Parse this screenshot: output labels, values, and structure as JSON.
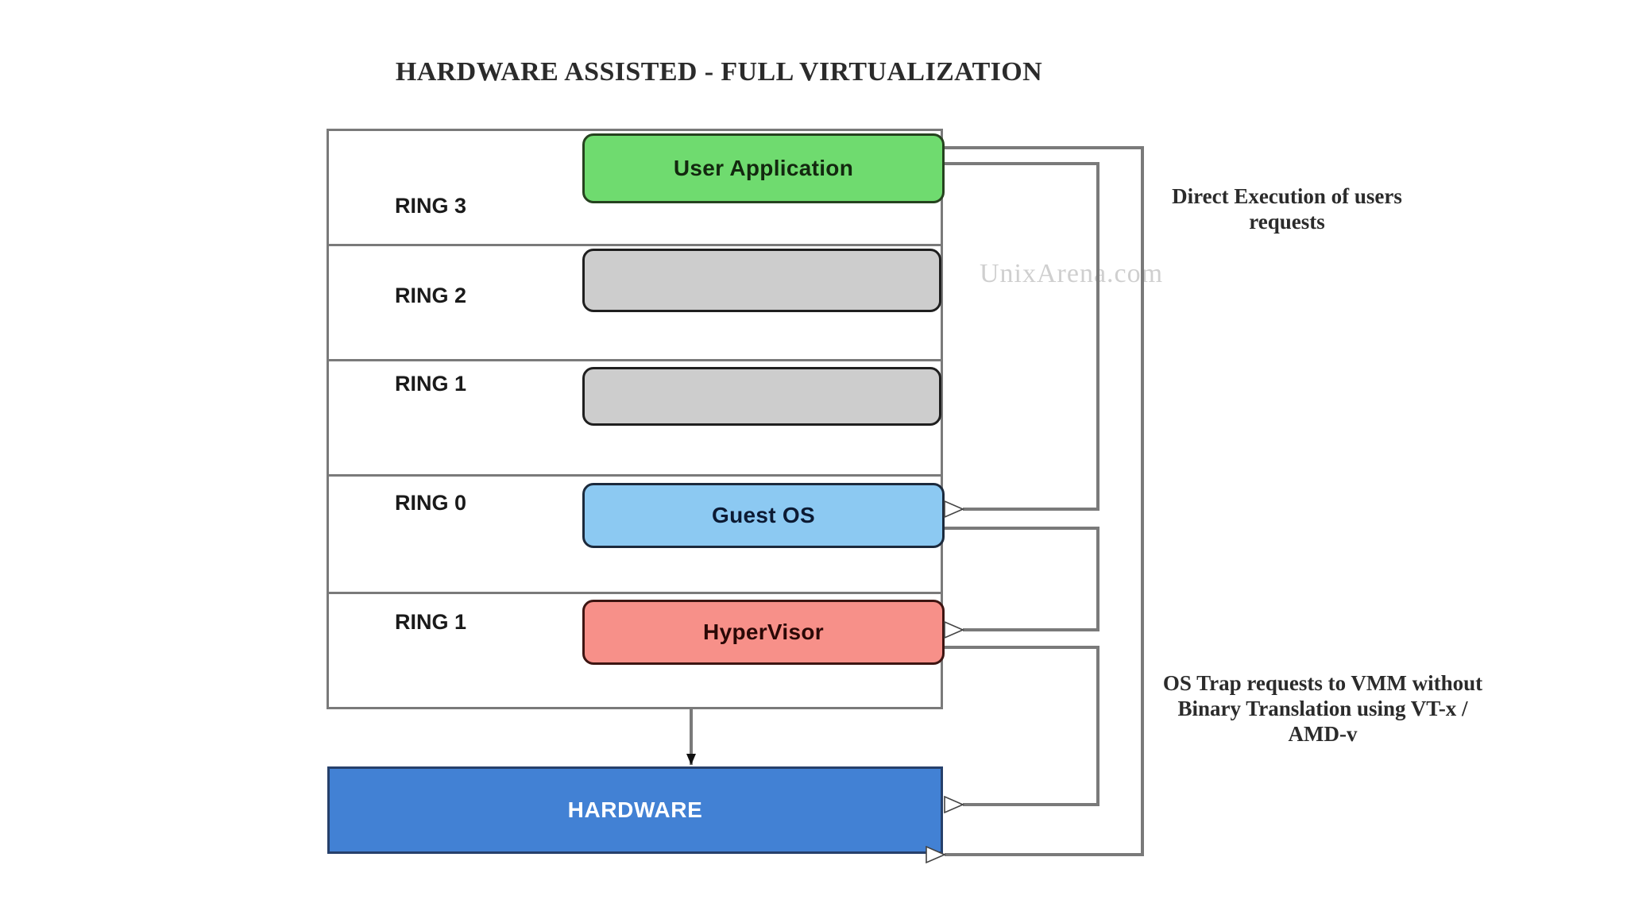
{
  "title": "HARDWARE ASSISTED - FULL VIRTUALIZATION",
  "watermark": "UnixArena.com",
  "rings": [
    {
      "label": "RING 3"
    },
    {
      "label": "RING 2"
    },
    {
      "label": "RING 1"
    },
    {
      "label": "RING 0"
    },
    {
      "label": "RING 1"
    }
  ],
  "components": {
    "user_application": "User Application",
    "ring2_empty": "",
    "ring1_empty": "",
    "guest_os": "Guest OS",
    "hypervisor": "HyperVisor",
    "hardware": "HARDWARE"
  },
  "annotations": {
    "direct_execution": "Direct Execution of users requests",
    "os_trap": "OS Trap requests to VMM without Binary Translation using VT-x / AMD-v"
  },
  "colors": {
    "user_application_fill": "#6fdb6f",
    "empty_fill": "#cdcdcd",
    "guest_os_fill": "#8cc9f2",
    "hypervisor_fill": "#f79089",
    "hardware_fill": "#4281d4",
    "connector_stroke": "#7a7a7a",
    "border_gray": "#7a7a7a",
    "title_text": "#2b2b2b",
    "watermark_text": "#cfcfcf"
  },
  "flows": [
    {
      "name": "user-app-to-guest-os-outer",
      "from": "User Application",
      "to": "Guest OS"
    },
    {
      "name": "user-app-to-guest-os-inner",
      "from": "User Application",
      "to": "Guest OS"
    },
    {
      "name": "guest-os-to-hypervisor",
      "from": "Guest OS",
      "to": "HyperVisor"
    },
    {
      "name": "hypervisor-to-hardware",
      "from": "HyperVisor",
      "to": "HARDWARE"
    },
    {
      "name": "outer-to-hardware",
      "from": "User Application",
      "to": "HARDWARE"
    },
    {
      "name": "hypervisor-down-to-hardware",
      "from": "HyperVisor",
      "to": "HARDWARE"
    }
  ]
}
